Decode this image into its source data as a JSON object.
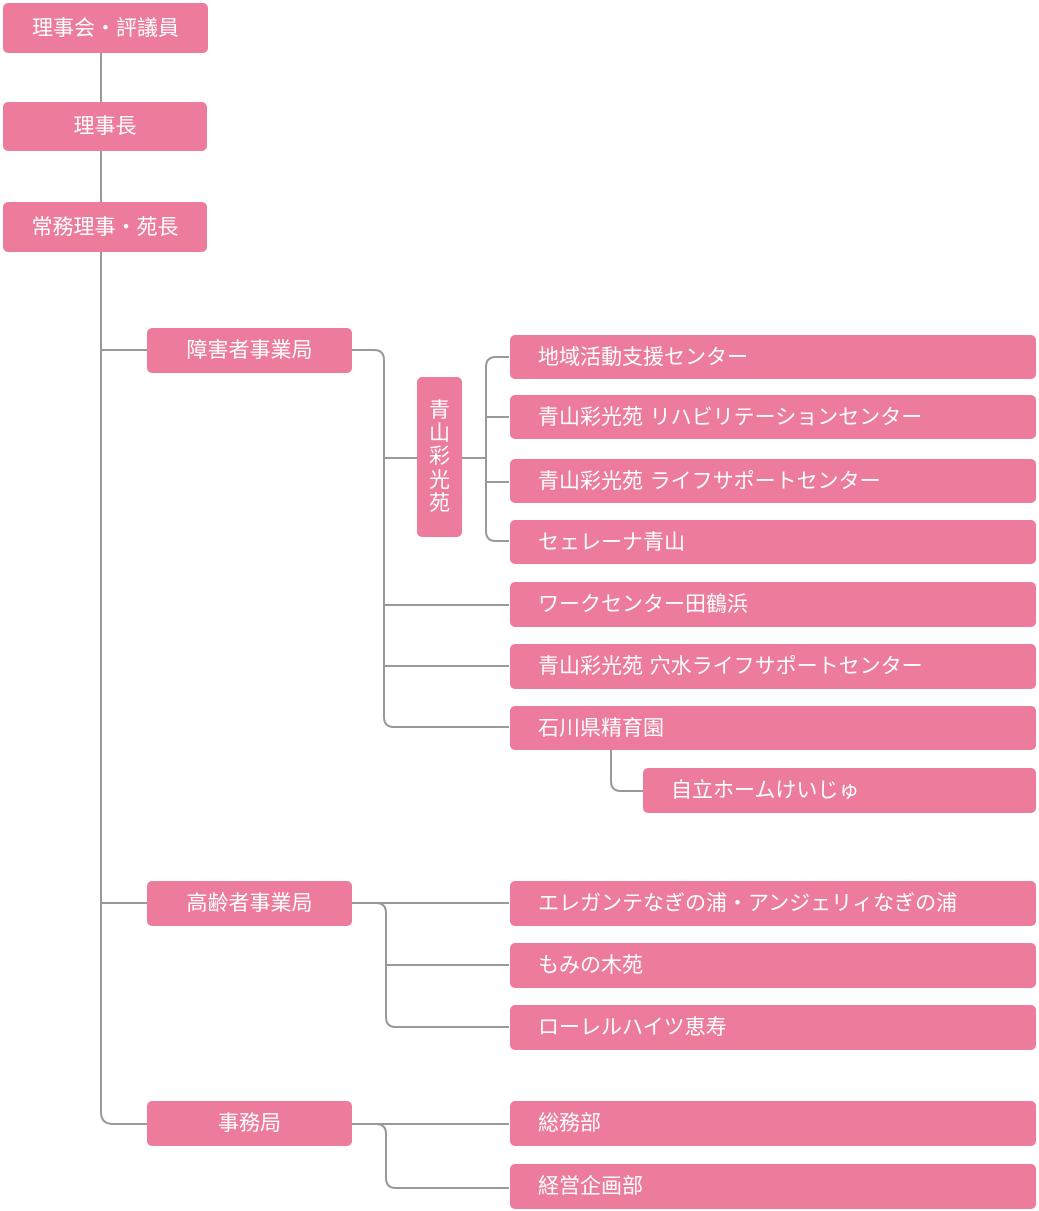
{
  "colors": {
    "box": "#ec7b9c",
    "text": "#ffffff",
    "line": "#999999"
  },
  "top": {
    "board": "理事会・評議員",
    "chairman": "理事長",
    "director": "常務理事・苑長"
  },
  "divisions": {
    "disability": {
      "label": "障害者事業局",
      "group": {
        "label": "青山彩光苑",
        "chars": [
          "青",
          "山",
          "彩",
          "光",
          "苑"
        ],
        "items": [
          "地域活動支援センター",
          "青山彩光苑 リハビリテーションセンター",
          "青山彩光苑 ライフサポートセンター",
          "セェレーナ青山"
        ]
      },
      "items": [
        "ワークセンター田鶴浜",
        "青山彩光苑 穴水ライフサポートセンター",
        "石川県精育園"
      ],
      "sub_item": "自立ホームけいじゅ"
    },
    "elderly": {
      "label": "高齢者事業局",
      "items": [
        "エレガンテなぎの浦・アンジェリィなぎの浦",
        "もみの木苑",
        "ローレルハイツ恵寿"
      ]
    },
    "office": {
      "label": "事務局",
      "items": [
        "総務部",
        "経営企画部"
      ]
    }
  }
}
